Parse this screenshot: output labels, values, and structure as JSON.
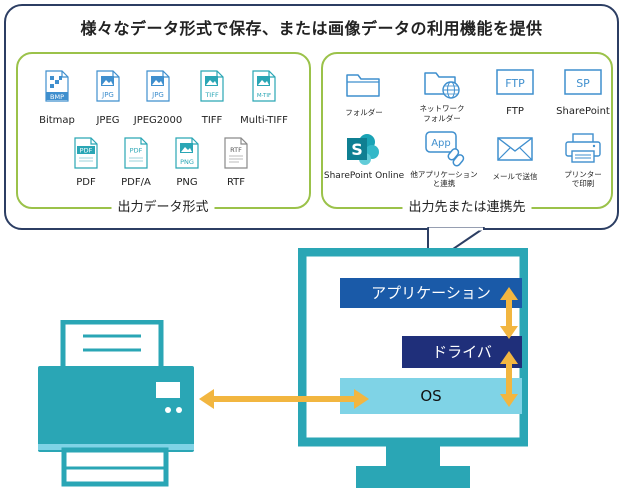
{
  "headline": "様々なデータ形式で保存、または画像データの利用機能を提供",
  "left_group": {
    "label": "出力データ形式",
    "formats": [
      {
        "tag": "BMP",
        "label": "Bitmap"
      },
      {
        "tag": "JPG",
        "label": "JPEG"
      },
      {
        "tag": "JPG",
        "label": "JPEG2000"
      },
      {
        "tag": "TIFF",
        "label": "TIFF"
      },
      {
        "tag": "M-TIF",
        "label": "Multi-TIFF"
      },
      {
        "tag": "PDF",
        "label": "PDF"
      },
      {
        "tag": "PDF",
        "label": "PDF/A"
      },
      {
        "tag": "PNG",
        "label": "PNG"
      },
      {
        "tag": "RTF",
        "label": "RTF"
      }
    ]
  },
  "right_group": {
    "label": "出力先または連携先",
    "destinations": [
      {
        "icon": "folder-icon",
        "label": "フォルダー"
      },
      {
        "icon": "network-folder-icon",
        "label_line1": "ネットワーク",
        "label_line2": "フォルダー"
      },
      {
        "icon": "ftp-icon",
        "tag": "FTP",
        "label": "FTP"
      },
      {
        "icon": "sharepoint-icon",
        "tag": "SP",
        "label": "SharePoint"
      },
      {
        "icon": "sharepoint-online-icon",
        "tag": "S",
        "label": "SharePoint Online"
      },
      {
        "icon": "app-link-icon",
        "tag": "App",
        "label_line1": "他アプリケーション",
        "label_line2": "と連携"
      },
      {
        "icon": "mail-icon",
        "label": "メールで送信"
      },
      {
        "icon": "printer-icon",
        "label_line1": "プリンター",
        "label_line2": "で印刷"
      }
    ]
  },
  "stack": {
    "application": "アプリケーション",
    "driver": "ドライバ",
    "os": "OS"
  },
  "colors": {
    "navy": "#2c3e63",
    "green": "#9bc24a",
    "blue": "#3f8fce",
    "teal": "#2aa6b5",
    "app_bar": "#1a5aa8",
    "driver_bar": "#1f2f7a",
    "os_bar": "#7fd3e6",
    "arrow": "#f2b640"
  }
}
